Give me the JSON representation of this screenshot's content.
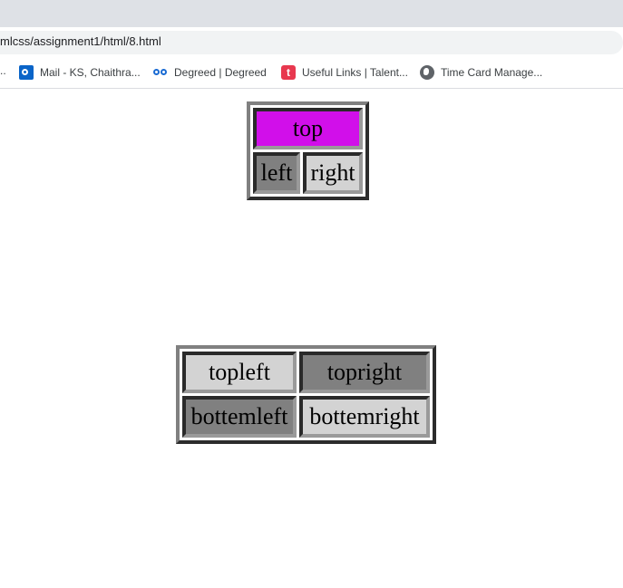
{
  "browser": {
    "url": "mlcss/assignment1/html/8.html",
    "bookmarks_overflow": "..",
    "bookmarks": [
      {
        "label": "Mail - KS, Chaithra...",
        "icon": "outlook-icon"
      },
      {
        "label": "Degreed | Degreed",
        "icon": "degreed-icon"
      },
      {
        "label": "Useful Links | Talent...",
        "icon": "talent-icon"
      },
      {
        "label": "Time Card Manage...",
        "icon": "globe-icon"
      }
    ]
  },
  "page": {
    "table1": {
      "top": {
        "label": "top",
        "color": "#d10fea"
      },
      "left": {
        "label": "left",
        "color": "#808080"
      },
      "right": {
        "label": "right",
        "color": "#d3d3d3"
      }
    },
    "table2": {
      "topleft": {
        "label": "topleft",
        "color": "#d3d3d3"
      },
      "topright": {
        "label": "topright",
        "color": "#808080"
      },
      "bottomleft": {
        "label": "bottemleft",
        "color": "#808080"
      },
      "bottomright": {
        "label": "bottemright",
        "color": "#d3d3d3"
      }
    }
  }
}
